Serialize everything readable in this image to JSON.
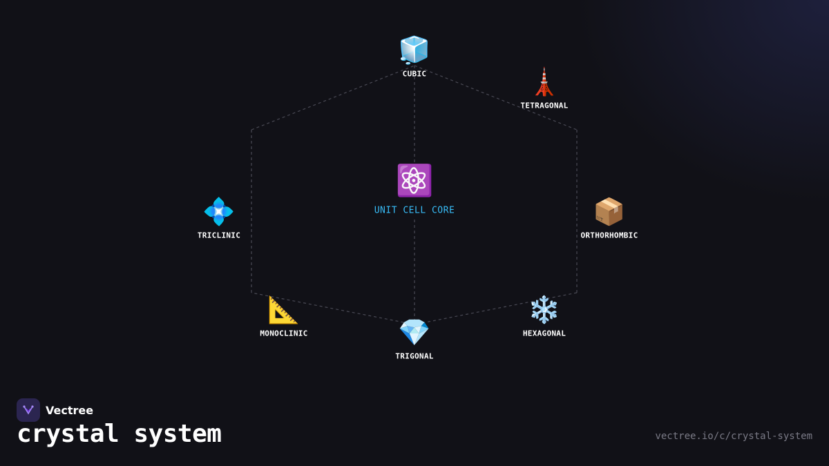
{
  "diagram": {
    "core": {
      "glyph": "⚛️",
      "label": "UNIT CELL CORE",
      "label_color": "#38bdf8"
    },
    "nodes": [
      {
        "id": "cubic",
        "glyph": "🧊",
        "icon": "ice-cube-icon",
        "label": "CUBIC"
      },
      {
        "id": "tetragonal",
        "glyph": "🗼",
        "icon": "tower-icon",
        "label": "TETRAGONAL"
      },
      {
        "id": "triclinic",
        "glyph": "💠",
        "icon": "diamond-dot-icon",
        "label": "TRICLINIC"
      },
      {
        "id": "orthorhombic",
        "glyph": "📦",
        "icon": "package-icon",
        "label": "ORTHORHOMBIC"
      },
      {
        "id": "monoclinic",
        "glyph": "📐",
        "icon": "triangular-ruler-icon",
        "label": "MONOCLINIC"
      },
      {
        "id": "trigonal",
        "glyph": "💎",
        "icon": "gem-icon",
        "label": "TRIGONAL"
      },
      {
        "id": "hexagonal",
        "glyph": "❄️",
        "icon": "snowflake-icon",
        "label": "HEXAGONAL"
      }
    ],
    "edge_color": "#4a4a55"
  },
  "footer": {
    "brand_name": "Vectree",
    "title": "crystal system",
    "url": "vectree.io/c/crystal-system"
  }
}
